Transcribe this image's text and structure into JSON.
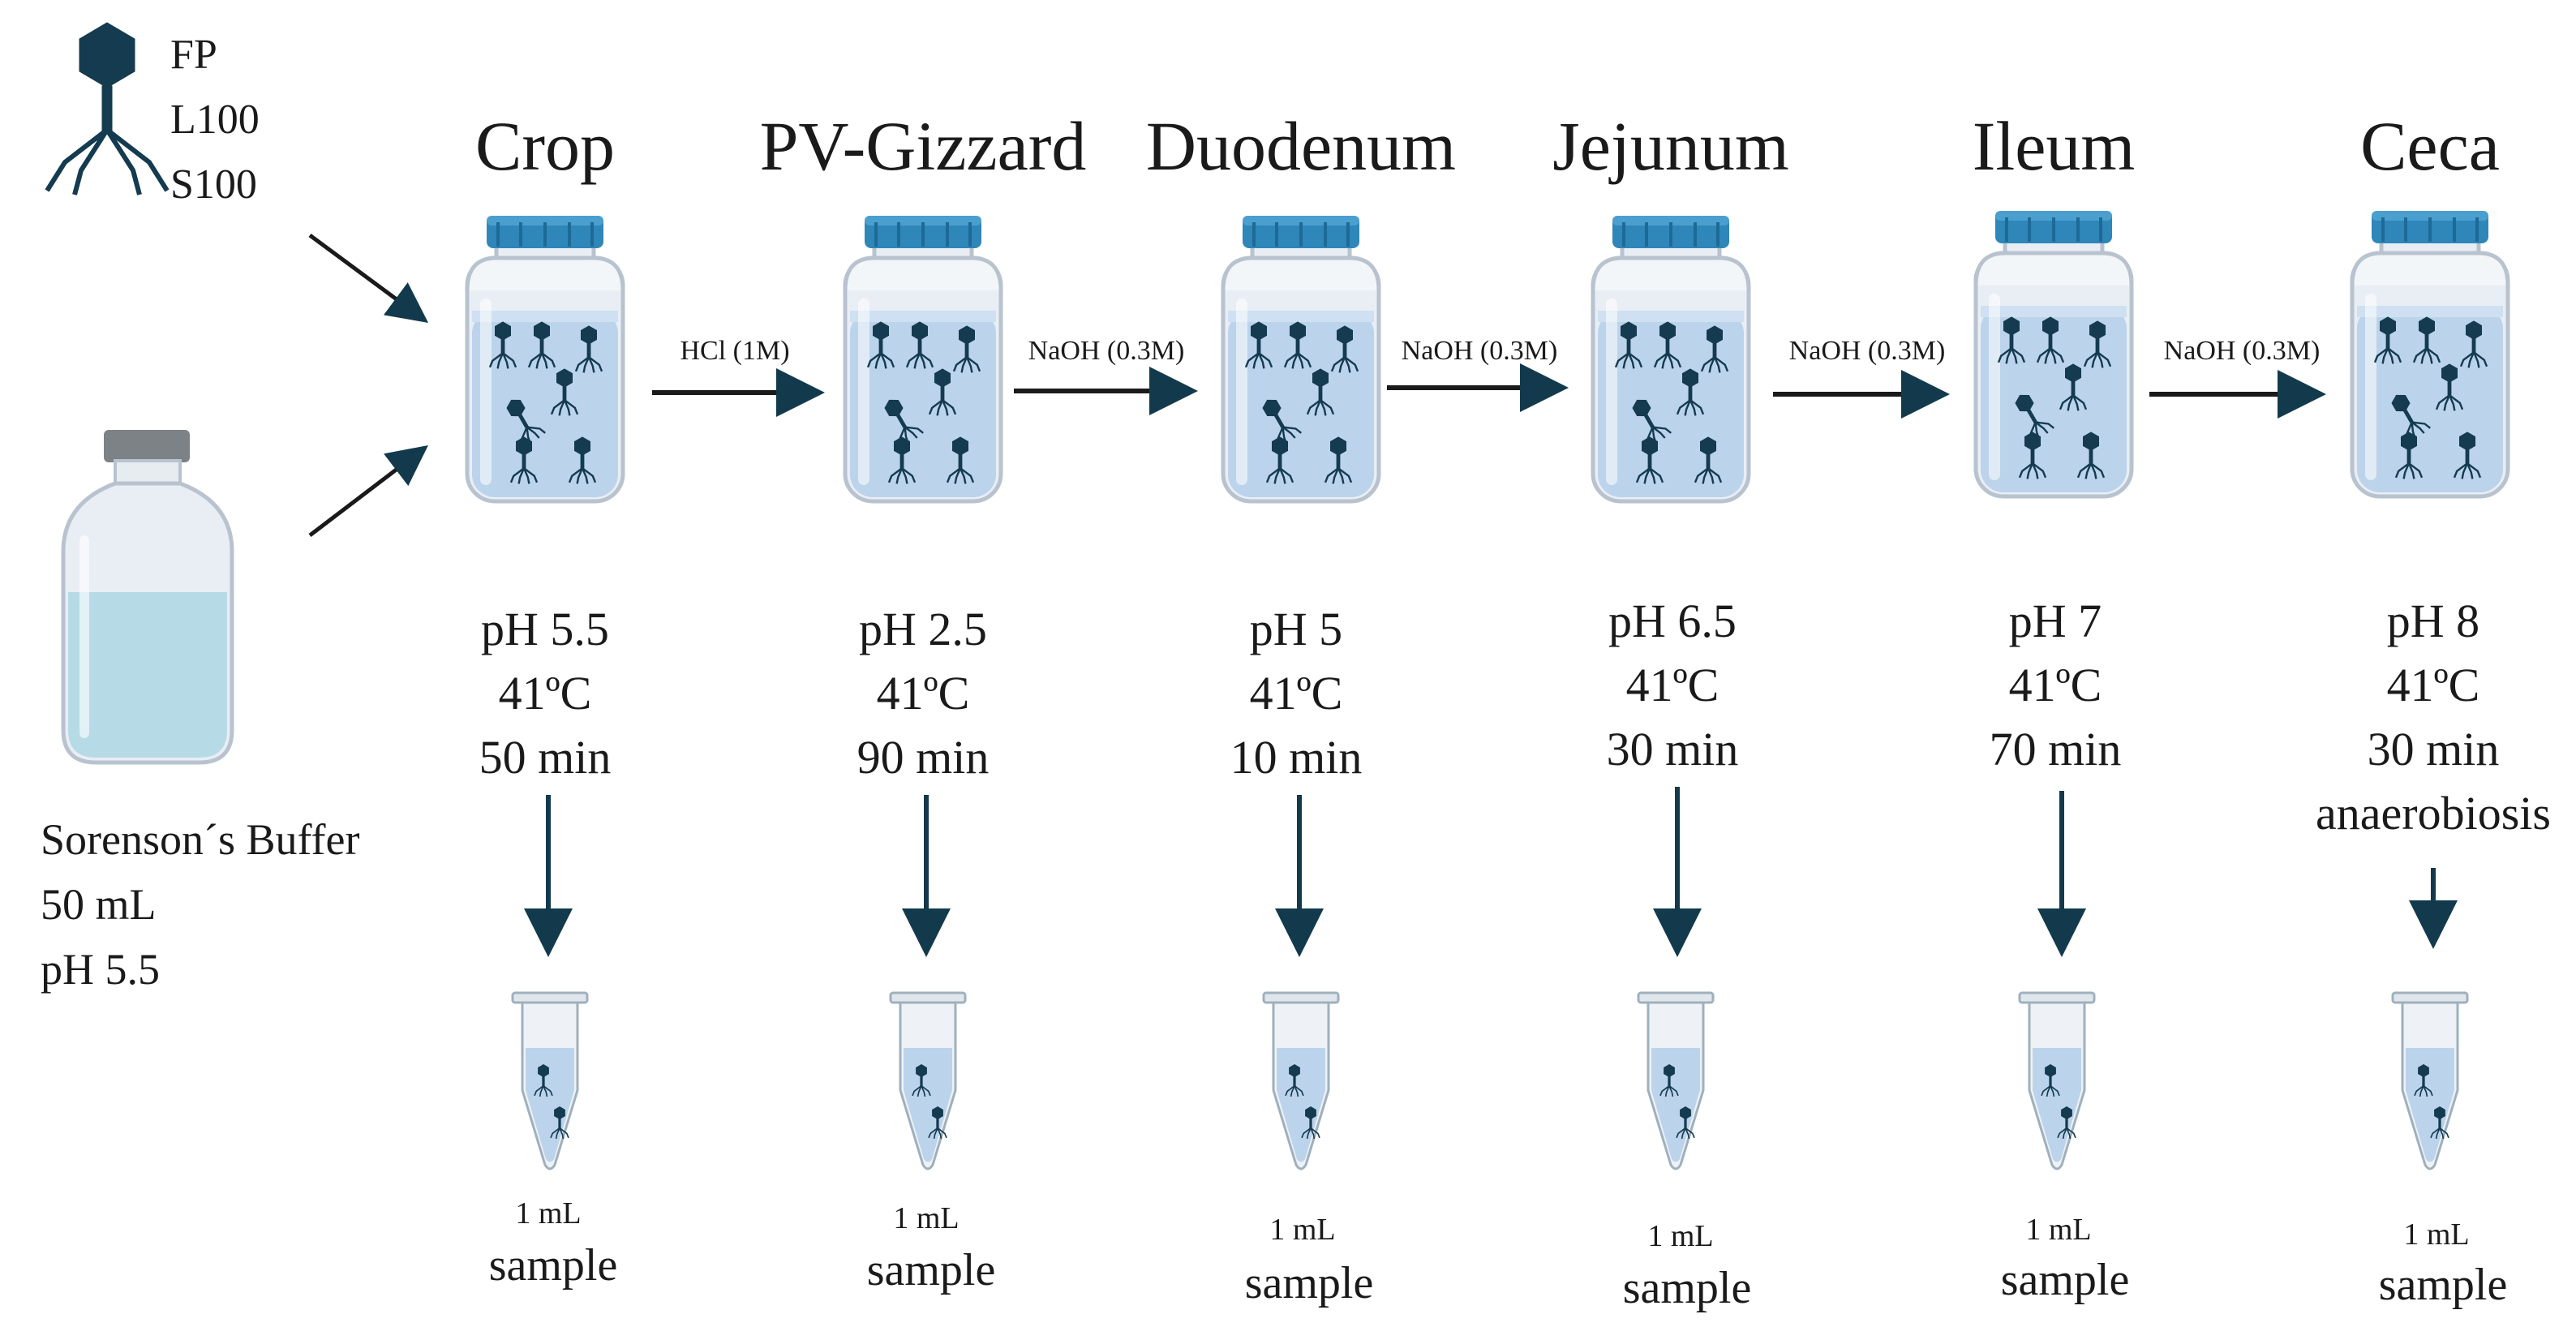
{
  "phage": {
    "icon": "bacteriophage-icon",
    "labels": [
      "FP",
      "L100",
      "S100"
    ]
  },
  "buffer": {
    "icon": "buffer-vial-icon",
    "lines": [
      "Sorenson´s Buffer",
      "50 mL",
      "pH 5.5"
    ]
  },
  "stages": [
    {
      "name": "Crop",
      "ph": "pH 5.5",
      "temp": "41ºC",
      "time": "50 min",
      "extra": "",
      "volume": "1 mL",
      "sample": "sample"
    },
    {
      "name": "PV-Gizzard",
      "ph": "pH 2.5",
      "temp": "41ºC",
      "time": "90 min",
      "extra": "",
      "volume": "1 mL",
      "sample": "sample"
    },
    {
      "name": "Duodenum",
      "ph": "pH 5",
      "temp": "41ºC",
      "time": "10 min",
      "extra": "",
      "volume": "1 mL",
      "sample": "sample"
    },
    {
      "name": "Jejunum",
      "ph": "pH 6.5",
      "temp": "41ºC",
      "time": "30 min",
      "extra": "",
      "volume": "1 mL",
      "sample": "sample"
    },
    {
      "name": "Ileum",
      "ph": "pH 7",
      "temp": "41ºC",
      "time": "70 min",
      "extra": "",
      "volume": "1 mL",
      "sample": "sample"
    },
    {
      "name": "Ceca",
      "ph": "pH 8",
      "temp": "41ºC",
      "time": "30 min",
      "extra": "anaerobiosis",
      "volume": "1 mL",
      "sample": "sample"
    }
  ],
  "transitions": [
    "HCl (1M)",
    "NaOH (0.3M)",
    "NaOH (0.3M)",
    "NaOH (0.3M)",
    "NaOH (0.3M)"
  ],
  "colors": {
    "cap": "#2f86b8",
    "cap_dark": "#1d6a96",
    "liquid": "#bcd3ec",
    "glass": "#eef2f6",
    "phage": "#143b4f",
    "arrow": "#123a4c"
  }
}
